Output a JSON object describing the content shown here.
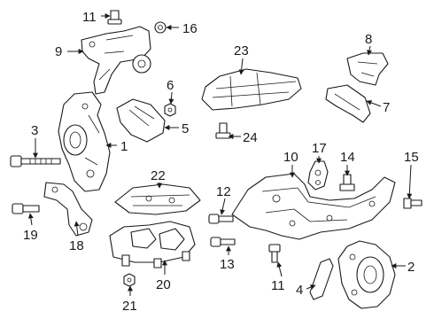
{
  "callouts": {
    "c1": "1",
    "c2": "2",
    "c3": "3",
    "c4": "4",
    "c5": "5",
    "c6": "6",
    "c7": "7",
    "c8": "8",
    "c9": "9",
    "c10": "10",
    "c11a": "11",
    "c11b": "11",
    "c12": "12",
    "c13": "13",
    "c14": "14",
    "c15": "15",
    "c16": "16",
    "c17": "17",
    "c18": "18",
    "c19": "19",
    "c20": "20",
    "c21": "21",
    "c22": "22",
    "c23": "23",
    "c24": "24"
  },
  "colors": {
    "line": "#1a1a1a",
    "background": "#ffffff"
  },
  "icons": {
    "bolt": "bolt-icon",
    "nut": "nut-icon"
  }
}
